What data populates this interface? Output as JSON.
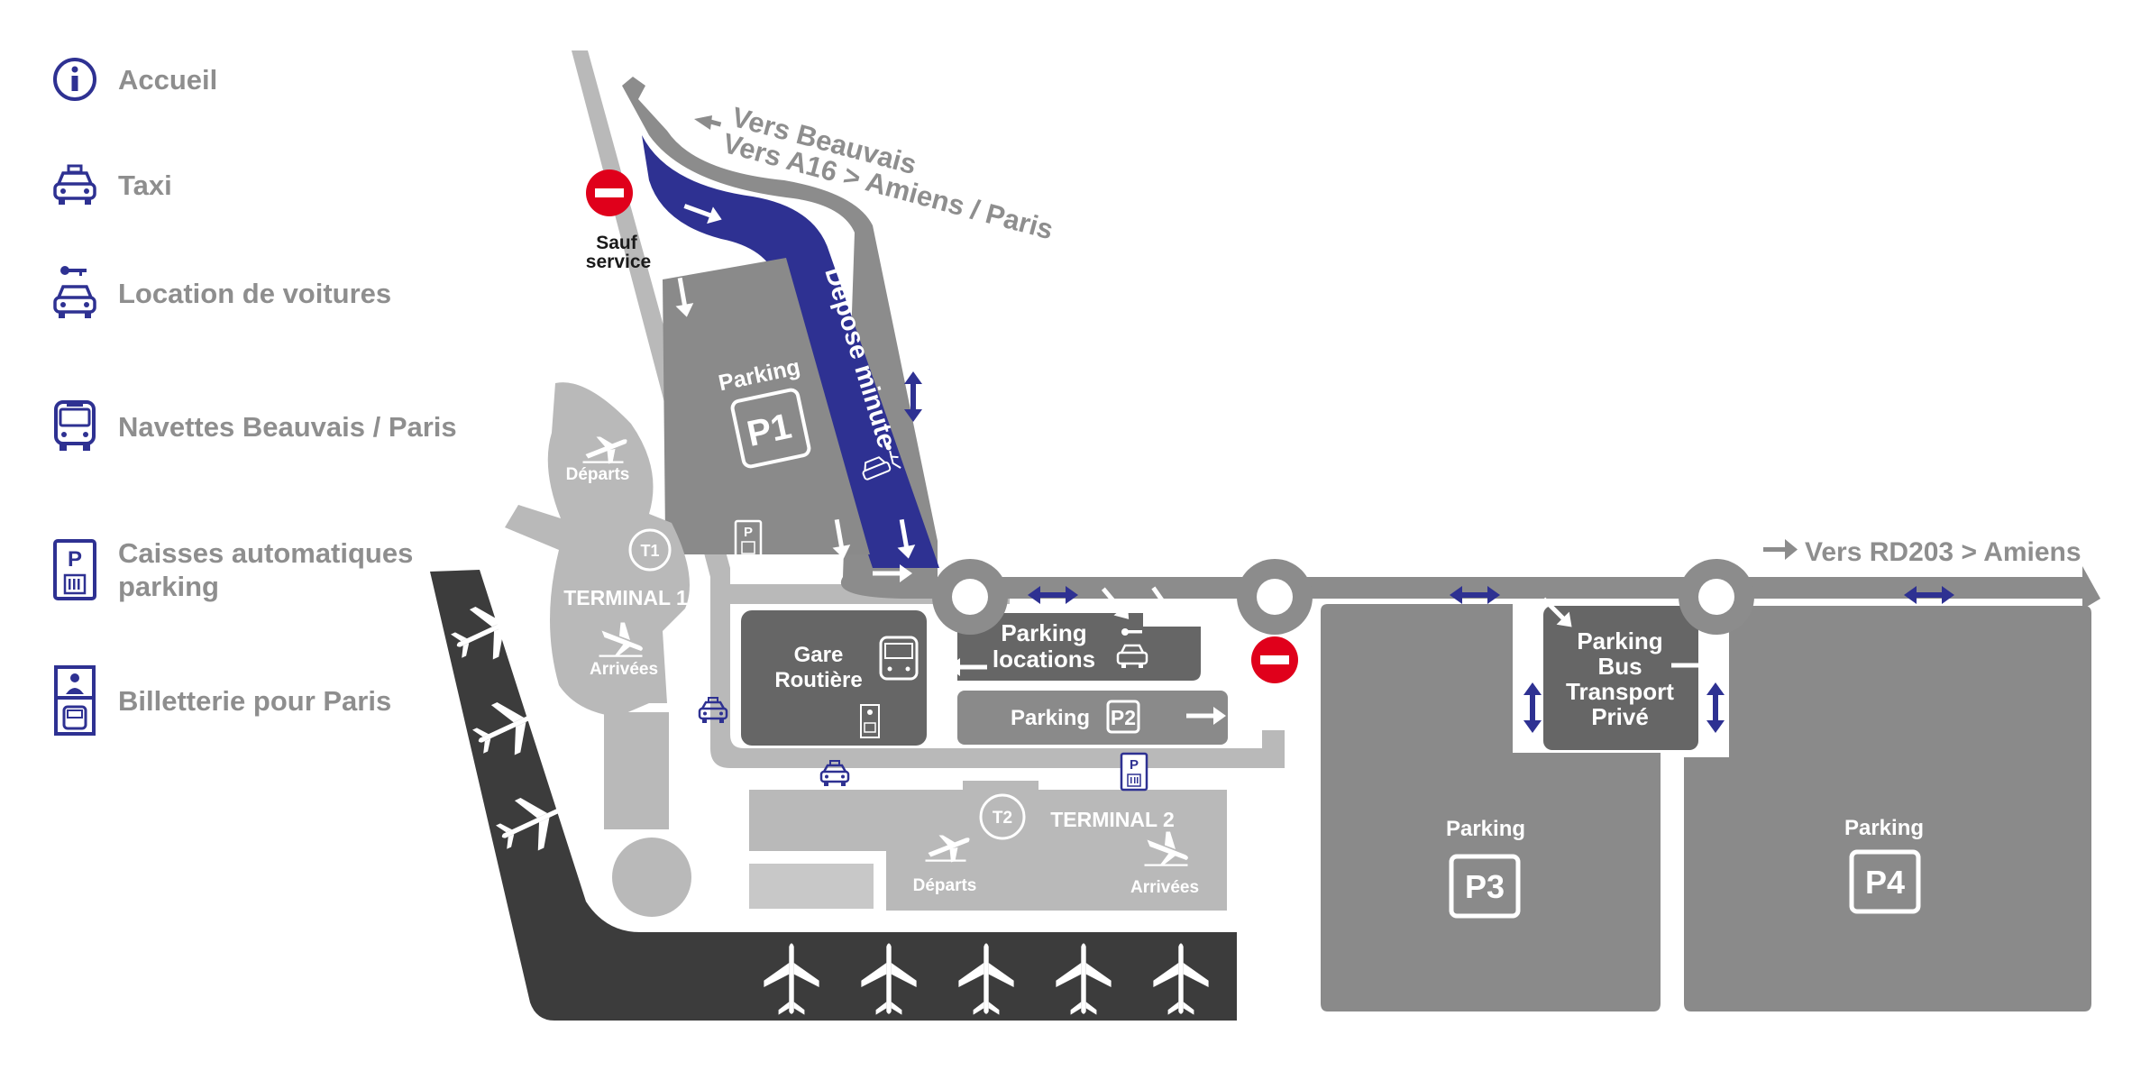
{
  "legend": [
    {
      "icon": "info-icon",
      "label": "Accueil"
    },
    {
      "icon": "taxi-icon",
      "label": "Taxi"
    },
    {
      "icon": "car-rental-icon",
      "label": "Location de voitures"
    },
    {
      "icon": "shuttle-bus-icon",
      "label": "Navettes Beauvais / Paris"
    },
    {
      "icon": "parking-pay-machine-icon",
      "label": "Caisses automatiques\nparking"
    },
    {
      "icon": "ticket-office-icon",
      "label": "Billetterie pour Paris"
    }
  ],
  "directions": {
    "beauvais": "Vers Beauvais",
    "a16": "Vers A16 > Amiens / Paris",
    "rd203": "Vers RD203 > Amiens"
  },
  "labels": {
    "sauf_service_1": "Sauf",
    "sauf_service_2": "service",
    "depose_minute": "Dépose minute",
    "parking": "Parking",
    "p1": "P1",
    "p2": "P2",
    "p3": "P3",
    "p4": "P4",
    "departs": "Départs",
    "arrivees": "Arrivées",
    "t1": "T1",
    "t2": "T2",
    "terminal1": "TERMINAL 1",
    "terminal2": "TERMINAL 2",
    "gare_1": "Gare",
    "gare_2": "Routière",
    "loc_1": "Parking",
    "loc_2": "locations",
    "bus_1": "Parking",
    "bus_2": "Bus",
    "bus_3": "Transport",
    "bus_4": "Privé"
  },
  "colors": {
    "navy": "#2e3192",
    "road": "#b9b9b9",
    "dark_road": "#8c8c8c",
    "parking": "#8a8a8a",
    "dark_block": "#666666",
    "runway": "#3c3c3c",
    "no_entry": "#e0001b"
  }
}
